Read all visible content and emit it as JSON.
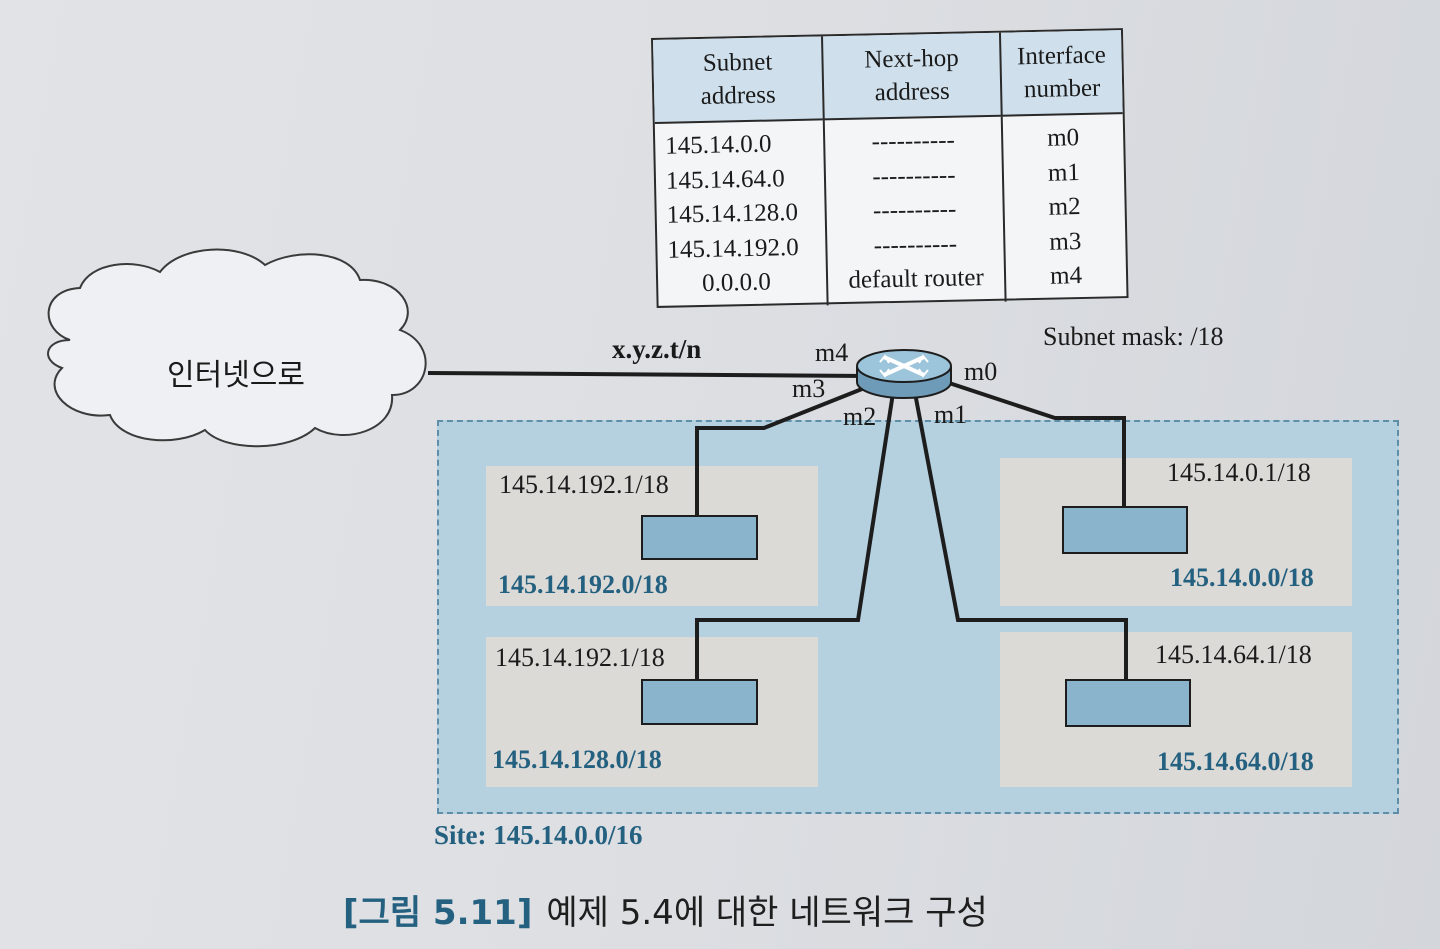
{
  "routing_table": {
    "headers": [
      "Subnet\naddress",
      "Next-hop\naddress",
      "Interface\nnumber"
    ],
    "rows": [
      {
        "subnet": "145.14.0.0",
        "next_hop": "----------",
        "interface": "m0"
      },
      {
        "subnet": "145.14.64.0",
        "next_hop": "----------",
        "interface": "m1"
      },
      {
        "subnet": "145.14.128.0",
        "next_hop": "----------",
        "interface": "m2"
      },
      {
        "subnet": "145.14.192.0",
        "next_hop": "----------",
        "interface": "m3"
      },
      {
        "subnet": "0.0.0.0",
        "next_hop": "default router",
        "interface": "m4"
      }
    ]
  },
  "cloud": {
    "label": "인터넷으로"
  },
  "internet_link": {
    "label": "x.y.z.t/n"
  },
  "subnet_mask": "Subnet mask: /18",
  "router_ports": {
    "m0": "m0",
    "m1": "m1",
    "m2": "m2",
    "m3": "m3",
    "m4": "m4"
  },
  "subnets": [
    {
      "host_address": "145.14.192.1/18",
      "network": "145.14.192.0/18"
    },
    {
      "host_address": "145.14.192.1/18",
      "network": "145.14.128.0/18"
    },
    {
      "host_address": "145.14.0.1/18",
      "network": "145.14.0.0/18"
    },
    {
      "host_address": "145.14.64.1/18",
      "network": "145.14.64.0/18"
    }
  ],
  "site": {
    "label": "Site: 145.14.0.0/16"
  },
  "caption": {
    "number": "[그림 5.11]",
    "text": "예제 5.4에 대한 네트워크 구성"
  },
  "colors": {
    "site_fill": "#b5d0de",
    "site_border": "#5f8ea8",
    "host_fill": "#8ab4cb",
    "header_fill": "#cfe0ec",
    "network_label": "#24607f",
    "caption": "#24607f"
  }
}
